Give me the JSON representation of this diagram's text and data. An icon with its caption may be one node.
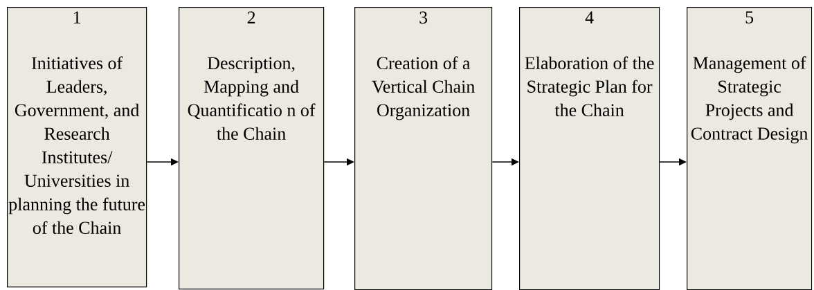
{
  "diagram": {
    "nodes": [
      {
        "text": [
          "1",
          "Initiatives of Leaders, Government, and Research Institutes/ Universities in planning the future of the Chain"
        ]
      },
      {
        "text": [
          "2",
          "Description, Mapping and Quantificatio n of the Chain"
        ]
      },
      {
        "text": [
          "3",
          "Creation of a Vertical Chain Organization"
        ]
      },
      {
        "text": [
          "4",
          "Elaboration of the Strategic Plan for the Chain"
        ]
      },
      {
        "text": [
          "5",
          "Management of Strategic Projects and Contract Design"
        ]
      }
    ],
    "edges": [
      {
        "from": 0,
        "to": 1,
        "arrow": "to"
      },
      {
        "from": 1,
        "to": 2,
        "arrow": "to"
      },
      {
        "from": 2,
        "to": 3,
        "arrow": "to"
      },
      {
        "from": 3,
        "to": 4,
        "arrow": "to"
      }
    ]
  }
}
